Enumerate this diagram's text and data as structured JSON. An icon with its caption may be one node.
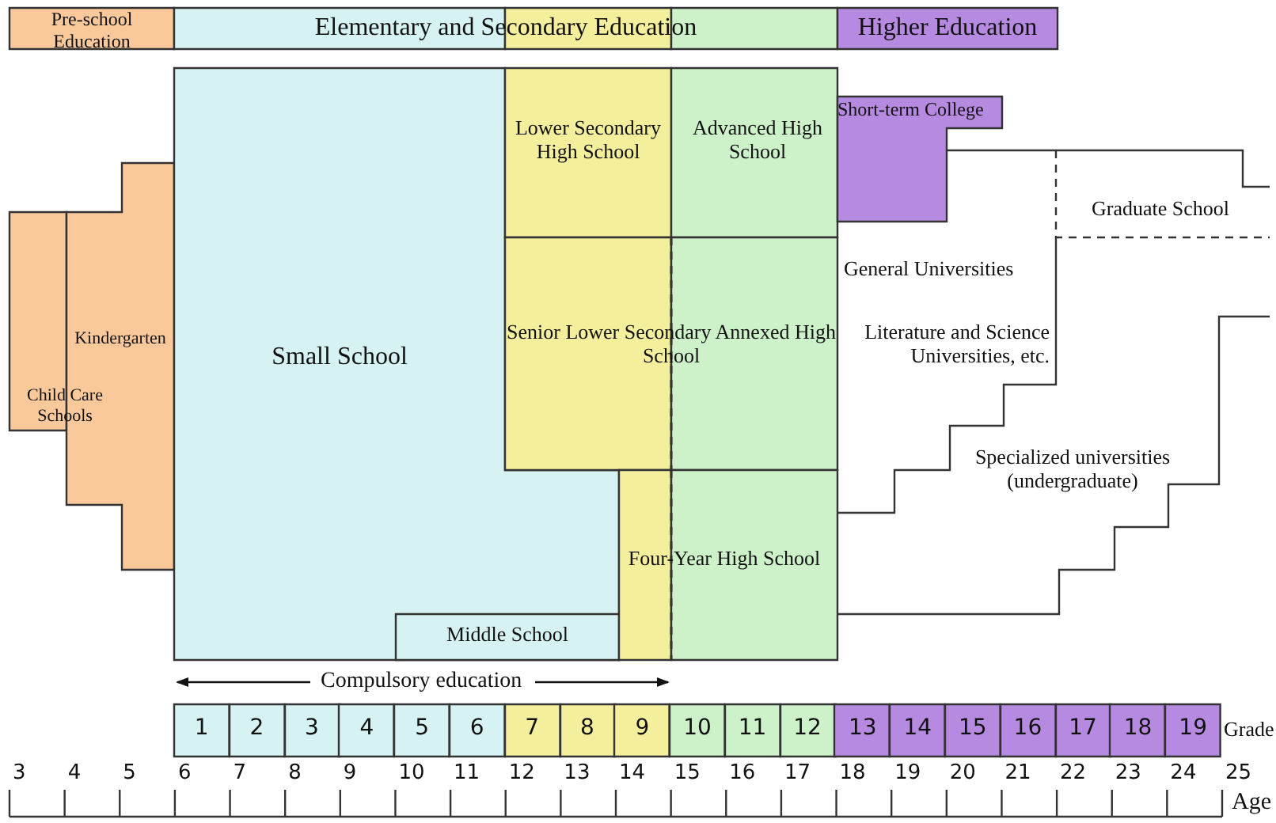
{
  "diagram": {
    "nodes": [
      {
        "text": [
          "Pre-school Education"
        ]
      },
      {
        "text": [
          "Elementary and Secondary Education"
        ]
      },
      {
        "text": [
          "Higher Education"
        ]
      },
      {
        "text": [
          "Child Care Schools"
        ]
      },
      {
        "text": [
          "Kindergarten"
        ]
      },
      {
        "text": [
          "Small School"
        ]
      },
      {
        "text": [
          "Middle School"
        ],
        "in": 5
      },
      {
        "text": [
          "Lower Secondary High School"
        ]
      },
      {
        "text": [
          "Advanced High School"
        ]
      },
      {
        "text": [
          "Senior Lower Secondary Annexed High School"
        ]
      },
      {
        "text": [
          "Four-Year High School"
        ]
      },
      {
        "text": [
          "Short-term College"
        ]
      },
      {
        "text": [
          "General Universities",
          "Literature and Science Universities, etc."
        ]
      },
      {
        "text": [
          "Graduate School"
        ]
      },
      {
        "text": [
          "Specialized universities (undergraduate)"
        ]
      },
      {
        "text": [
          "1"
        ]
      },
      {
        "text": [
          "2"
        ]
      },
      {
        "text": [
          "3"
        ]
      },
      {
        "text": [
          "4"
        ]
      },
      {
        "text": [
          "5"
        ]
      },
      {
        "text": [
          "6"
        ]
      },
      {
        "text": [
          "7"
        ]
      },
      {
        "text": [
          "8"
        ]
      },
      {
        "text": [
          "9"
        ]
      },
      {
        "text": [
          "10"
        ]
      },
      {
        "text": [
          "11"
        ]
      },
      {
        "text": [
          "12"
        ]
      },
      {
        "text": [
          "13"
        ]
      },
      {
        "text": [
          "14"
        ]
      },
      {
        "text": [
          "15"
        ]
      },
      {
        "text": [
          "16"
        ]
      },
      {
        "text": [
          "17"
        ]
      },
      {
        "text": [
          "18"
        ]
      },
      {
        "text": [
          "19"
        ]
      }
    ],
    "labels": [
      "Compulsory education",
      "Grade",
      "3",
      "4",
      "5",
      "6",
      "7",
      "8",
      "9",
      "10",
      "11",
      "12",
      "13",
      "14",
      "15",
      "16",
      "17",
      "18",
      "19",
      "20",
      "21",
      "22",
      "23",
      "24",
      "25",
      "Age"
    ]
  }
}
